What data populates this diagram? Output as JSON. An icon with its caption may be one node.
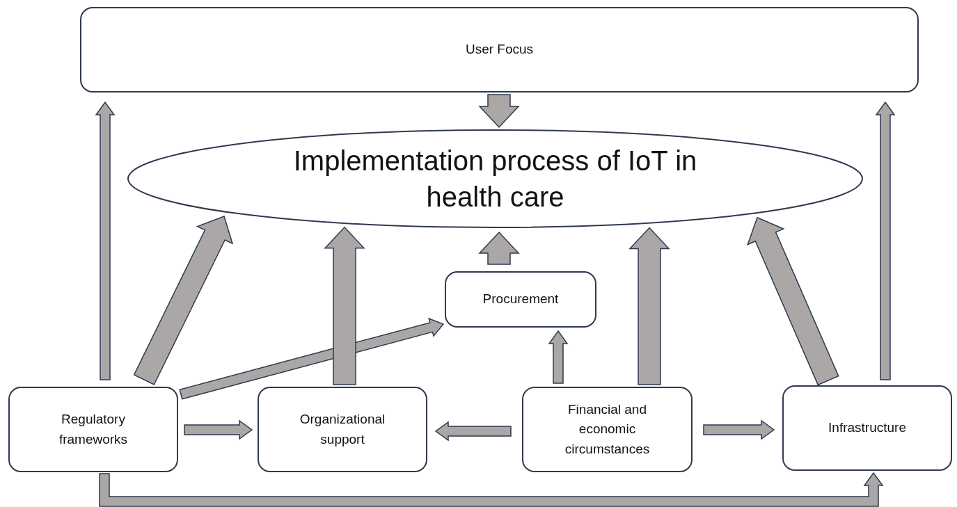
{
  "diagram": {
    "nodes": [
      {
        "text": [
          "User Focus"
        ]
      },
      {
        "text": [
          "Implementation process of IoT in health care"
        ]
      },
      {
        "text": [
          "Procurement"
        ]
      },
      {
        "text": [
          "Regulatory frameworks"
        ]
      },
      {
        "text": [
          "Organizational support"
        ]
      },
      {
        "text": [
          "Financial and economic circumstances"
        ]
      },
      {
        "text": [
          "Infrastructure"
        ]
      }
    ],
    "edges": [
      {
        "from": 0,
        "to": 1,
        "arrow": "to",
        "style": "thick"
      },
      {
        "from": 3,
        "to": 0,
        "arrow": "to"
      },
      {
        "from": 3,
        "to": 1,
        "arrow": "to",
        "style": "thick"
      },
      {
        "from": 3,
        "to": 2,
        "arrow": "to"
      },
      {
        "from": 4,
        "to": 1,
        "arrow": "to",
        "style": "thick"
      },
      {
        "from": 2,
        "to": 1,
        "arrow": "to",
        "style": "thick"
      },
      {
        "from": 5,
        "to": 2,
        "arrow": "to"
      },
      {
        "from": 5,
        "to": 1,
        "arrow": "to",
        "style": "thick"
      },
      {
        "from": 6,
        "to": 1,
        "arrow": "to",
        "style": "thick"
      },
      {
        "from": 6,
        "to": 0,
        "arrow": "to"
      },
      {
        "from": 3,
        "to": 4,
        "arrow": "to"
      },
      {
        "from": 5,
        "to": 4,
        "arrow": "to"
      },
      {
        "from": 5,
        "to": 6,
        "arrow": "to"
      },
      {
        "from": 3,
        "to": 6,
        "arrow": "to"
      }
    ]
  }
}
